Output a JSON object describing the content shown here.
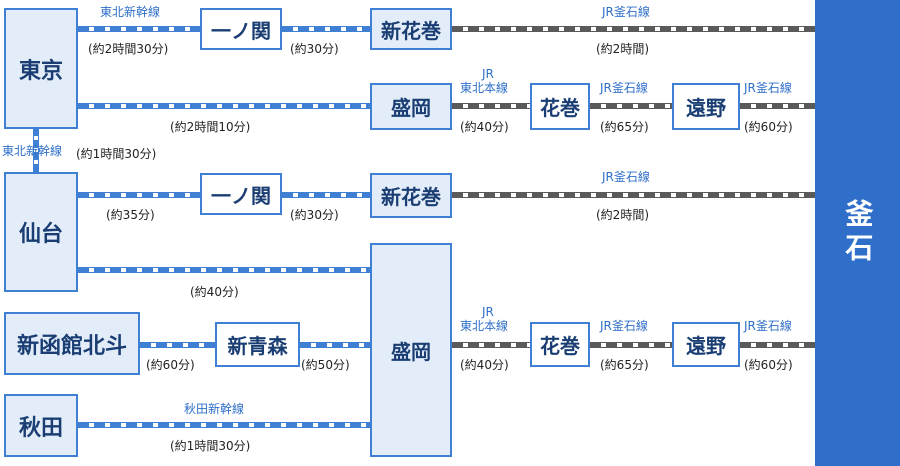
{
  "stations": {
    "tokyo": "東京",
    "sendai": "仙台",
    "shinhakodate": "新函館北斗",
    "akita": "秋田",
    "ichinoseki": "一ノ関",
    "shinhanamaki": "新花巻",
    "morioka": "盛岡",
    "hanamaki": "花巻",
    "tono": "遠野",
    "shinaomori": "新青森",
    "kamaishi": "釜石"
  },
  "lines": {
    "tohoku_shinkansen": "東北新幹線",
    "jr_kamaishi": "JR釜石線",
    "jr": "JR",
    "tohoku_honsen": "東北本線",
    "akita_shinkansen": "秋田新幹線"
  },
  "durations": {
    "t1a": "(約2時間30分)",
    "t1b": "(約30分)",
    "t1c": "(約2時間)",
    "t2a": "(約2時間10分)",
    "t2b": "(約40分)",
    "t2c": "(約65分)",
    "t2d": "(約60分)",
    "tokyo_sendai": "(約1時間30分)",
    "s1a": "(約35分)",
    "s1b": "(約30分)",
    "s1c": "(約2時間)",
    "s2": "(約40分)",
    "h1": "(約60分)",
    "h2": "(約50分)",
    "r2b": "(約40分)",
    "r2c": "(約65分)",
    "r2d": "(約60分)",
    "akita": "(約1時間30分)"
  }
}
